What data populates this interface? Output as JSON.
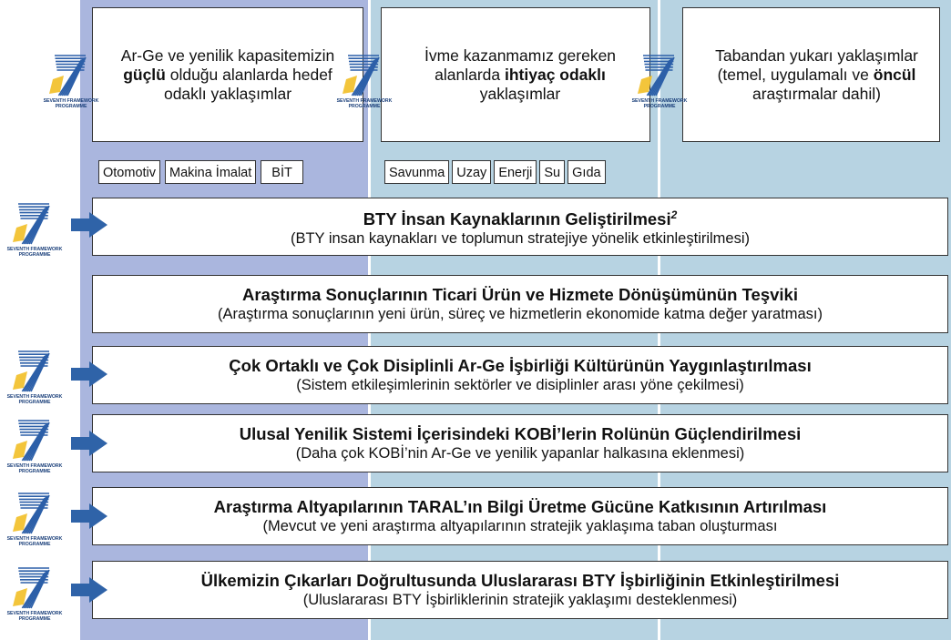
{
  "colors": {
    "col1": "#aab6de",
    "col2": "#b7d3e2",
    "col3": "#b7d3e2",
    "arrow": "#2f63a8",
    "logo_blue": "#2c5fa8",
    "logo_yellow": "#f2c230"
  },
  "logo_text": {
    "line1": "SEVENTH FRAMEWORK",
    "line2": "PROGRAMME"
  },
  "top_boxes": [
    {
      "pre": "Ar-Ge ve yenilik kapasitemizin ",
      "bold": "güçlü",
      "post": " olduğu alanlarda hedef odaklı yaklaşımlar"
    },
    {
      "pre": "İvme kazanmamız gereken alanlarda ",
      "bold": "ihtiyaç odaklı",
      "post": " yaklaşımlar"
    },
    {
      "pre": "Tabandan yukarı yaklaşımlar (temel, uygulamalı ve ",
      "bold": "öncül",
      "post": " araştırmalar dahil)"
    }
  ],
  "tags_col1": [
    "Otomotiv",
    "Makina İmalat",
    "BİT"
  ],
  "tags_col2": [
    "Savunma",
    "Uzay",
    "Enerji",
    "Su",
    "Gıda"
  ],
  "rows": [
    {
      "title": "BTY İnsan Kaynaklarının Geliştirilmesi",
      "sup": "2",
      "subtitle": "(BTY insan kaynakları ve toplumun stratejiye yönelik etkinleştirilmesi)"
    },
    {
      "title": "Araştırma Sonuçlarının Ticari Ürün ve Hizmete Dönüşümünün Teşviki",
      "subtitle": "(Araştırma sonuçlarının yeni ürün, süreç ve hizmetlerin ekonomide katma değer yaratması)"
    },
    {
      "title": "Çok Ortaklı ve Çok Disiplinli Ar-Ge İşbirliği Kültürünün Yaygınlaştırılması",
      "subtitle": "(Sistem etkileşimlerinin sektörler ve disiplinler arası yöne çekilmesi)"
    },
    {
      "title": "Ulusal Yenilik Sistemi İçerisindeki KOBİ’lerin Rolünün Güçlendirilmesi",
      "subtitle": "(Daha çok KOBİ’nin Ar-Ge ve yenilik yapanlar halkasına eklenmesi)"
    },
    {
      "title": "Araştırma Altyapılarının TARAL’ın Bilgi Üretme Gücüne Katkısının Artırılması",
      "subtitle": "(Mevcut ve yeni araştırma altyapılarının stratejik yaklaşıma taban oluşturması"
    },
    {
      "title": "Ülkemizin Çıkarları Doğrultusunda Uluslararası BTY İşbirliğinin Etkinleştirilmesi",
      "subtitle": "(Uluslararası BTY İşbirliklerinin stratejik yaklaşımı desteklenmesi)"
    }
  ]
}
